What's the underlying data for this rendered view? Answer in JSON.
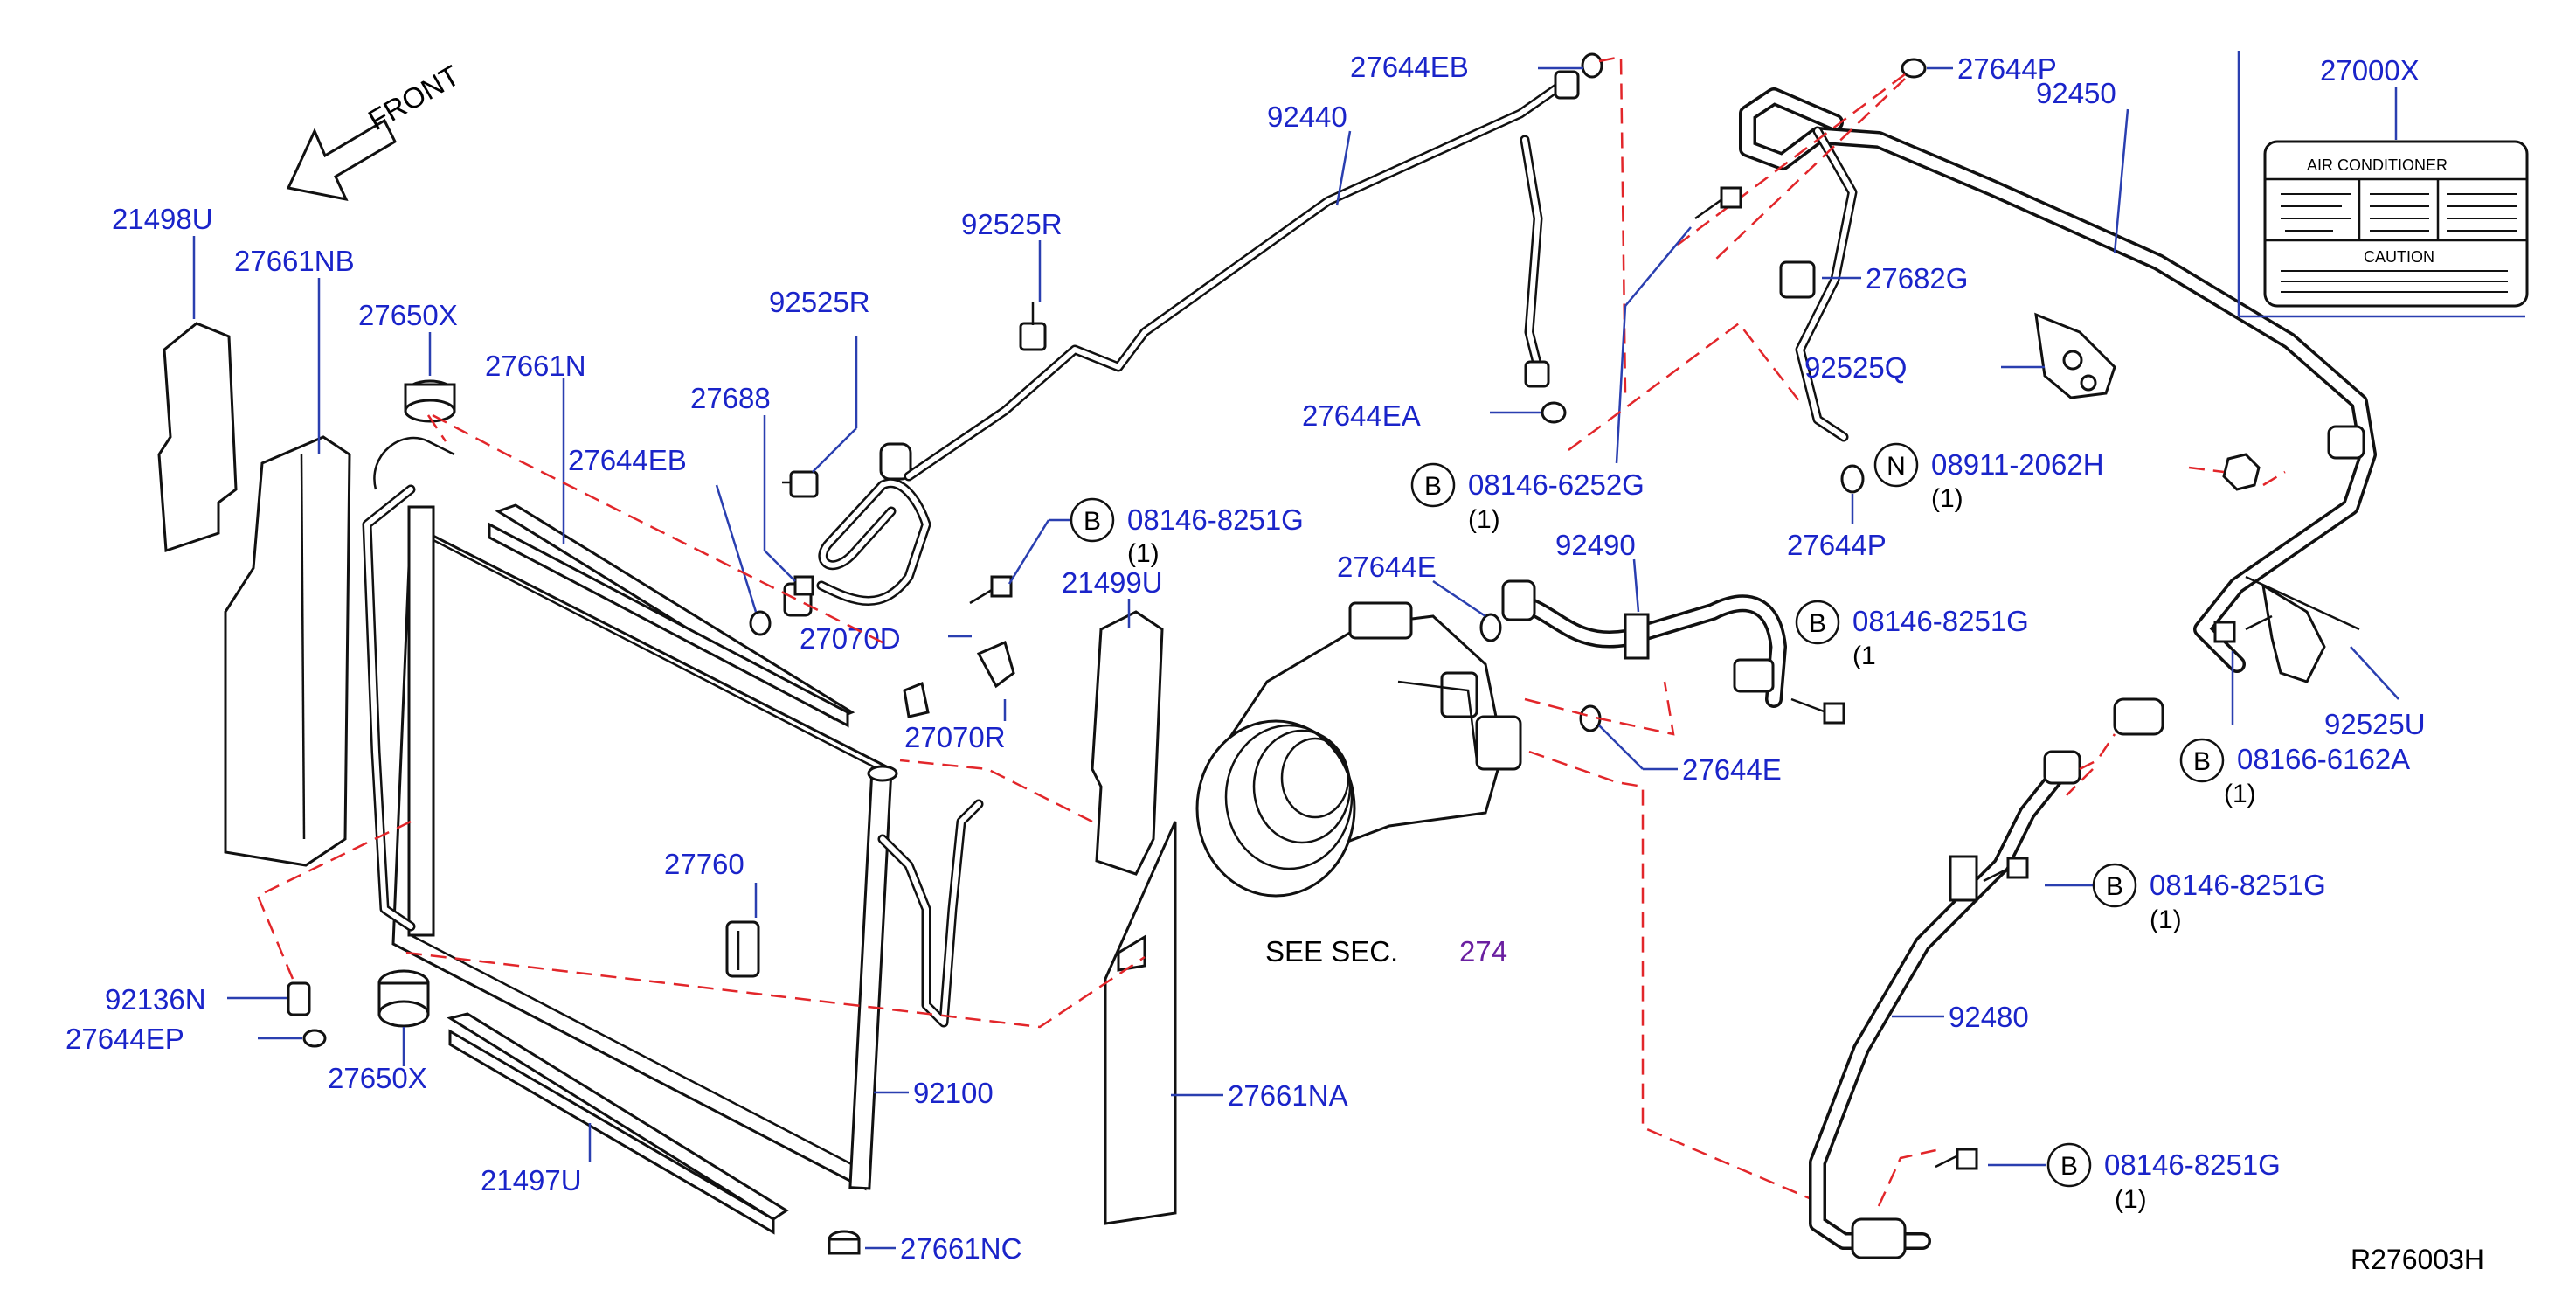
{
  "front_label": "FRONT",
  "see_section": {
    "prefix": "SEE   SEC.",
    "number": "274"
  },
  "diagram_code": "R276003H",
  "decal": {
    "part_no": "27000X",
    "title": "AIR    CONDITIONER",
    "caution": "CAUTION"
  },
  "labels": {
    "p21498U": "21498U",
    "p27661NB": "27661NB",
    "p27650X_top": "27650X",
    "p27661N": "27661N",
    "p27644EB_left": "27644EB",
    "p27688": "27688",
    "p92525R_a": "92525R",
    "p92525R_b": "92525R",
    "p27644EB_top": "27644EB",
    "p92440": "92440",
    "p27644EA": "27644EA",
    "p27070D": "27070D",
    "p27070R": "27070R",
    "p21499U": "21499U",
    "p27644E_a": "27644E",
    "p92490": "92490",
    "p27644E_b": "27644E",
    "p27760": "27760",
    "p92136N": "92136N",
    "p27644EP": "27644EP",
    "p27650X_bot": "27650X",
    "p21497U": "21497U",
    "p92100": "92100",
    "p27661NA": "27661NA",
    "p27661NC": "27661NC",
    "p27644P_top": "27644P",
    "p92450": "92450",
    "p27682G": "27682G",
    "p92525Q": "92525Q",
    "p27644P_mid": "27644P",
    "p92525U": "92525U",
    "p92480": "92480"
  },
  "bolts": {
    "b1": {
      "symbol": "B",
      "part": "08146-8251G",
      "qty": "(1)"
    },
    "b2": {
      "symbol": "B",
      "part": "08146-6252G",
      "qty": "(1)"
    },
    "n1": {
      "symbol": "N",
      "part": "08911-2062H",
      "qty": "(1)"
    },
    "b3": {
      "symbol": "B",
      "part": "08146-8251G",
      "qty": "(1"
    },
    "b4": {
      "symbol": "B",
      "part": "08166-6162A",
      "qty": "(1)"
    },
    "b5": {
      "symbol": "B",
      "part": "08146-8251G",
      "qty": "(1)"
    },
    "b6": {
      "symbol": "B",
      "part": "08146-8251G",
      "qty": "(1)"
    }
  }
}
